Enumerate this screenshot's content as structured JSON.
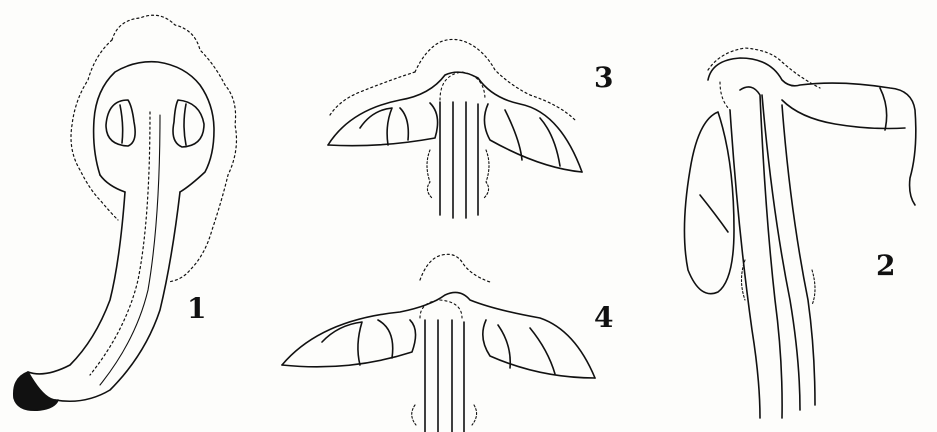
{
  "figure": {
    "labels": {
      "fig1": "1",
      "fig2": "2",
      "fig3": "3",
      "fig4": "4"
    },
    "ink_color": "#111111",
    "paper_color": "#fdfdfb"
  }
}
